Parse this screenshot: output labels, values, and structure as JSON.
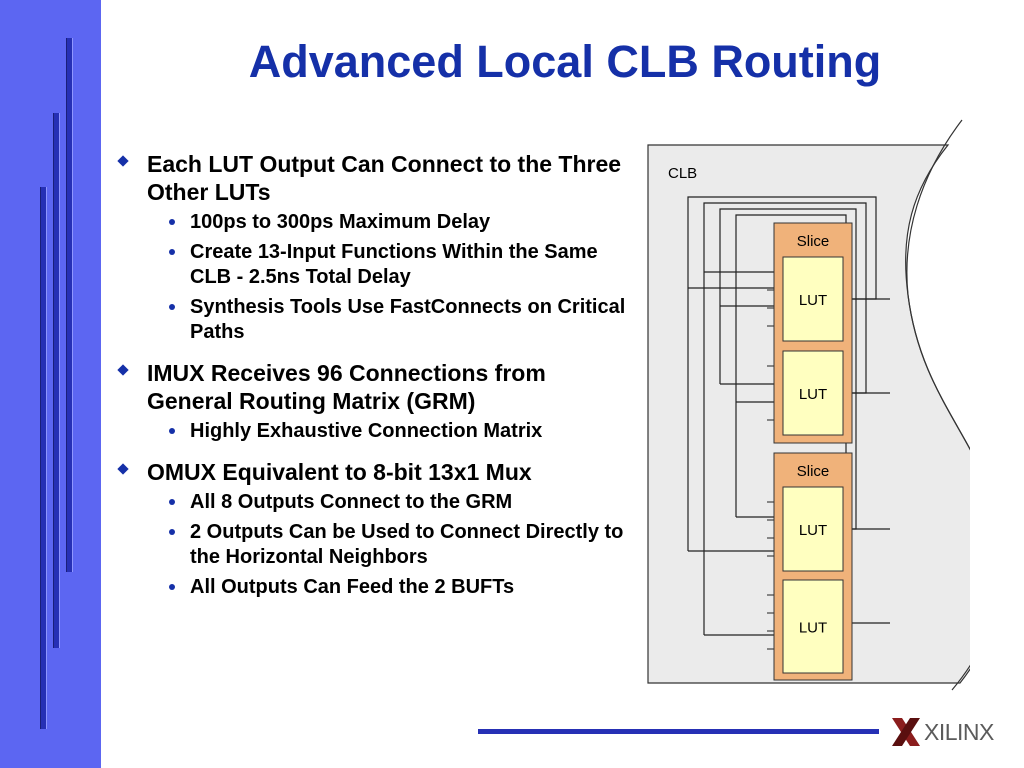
{
  "title": "Advanced Local CLB Routing",
  "bullets": [
    {
      "text": "Each LUT Output Can Connect to the Three Other LUTs",
      "subs": [
        "100ps to 300ps Maximum Delay",
        "Create 13-Input Functions Within the Same CLB - 2.5ns Total Delay",
        "Synthesis Tools Use FastConnects on Critical Paths"
      ]
    },
    {
      "text": "IMUX Receives 96 Connections from General Routing Matrix (GRM)",
      "subs": [
        "Highly Exhaustive Connection Matrix"
      ]
    },
    {
      "text": "OMUX Equivalent to 8-bit 13x1 Mux",
      "subs": [
        "All 8 Outputs Connect to the GRM",
        "2 Outputs Can be Used to Connect Directly to the Horizontal Neighbors",
        "All Outputs Can Feed the 2 BUFTs"
      ]
    }
  ],
  "diagram": {
    "clb_label": "CLB",
    "slices": [
      {
        "label": "Slice",
        "luts": [
          "LUT",
          "LUT"
        ]
      },
      {
        "label": "Slice",
        "luts": [
          "LUT",
          "LUT"
        ]
      }
    ]
  },
  "logo": {
    "text": "XILINX",
    "icon": "xilinx-x-icon"
  },
  "colors": {
    "title": "#1530a8",
    "band": "#5c66f2",
    "bars": "#2630b5",
    "bullet_marker": "#1530a8",
    "clb_fill": "#ebebeb",
    "slice_fill": "#f0b27a",
    "lut_fill": "#ffffc0"
  }
}
